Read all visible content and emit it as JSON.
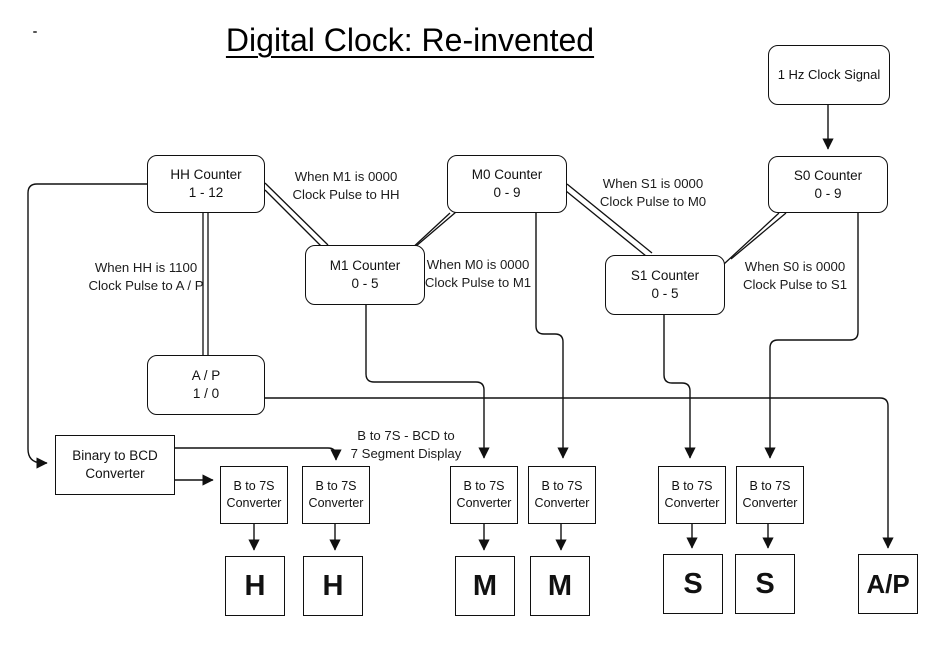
{
  "title": "Digital Clock: Re-invented",
  "nodes": {
    "hz": {
      "line1": "1 Hz Clock Signal"
    },
    "hh": {
      "line1": "HH Counter",
      "line2": "1 - 12"
    },
    "m0": {
      "line1": "M0 Counter",
      "line2": "0 - 9"
    },
    "s0": {
      "line1": "S0 Counter",
      "line2": "0 - 9"
    },
    "m1": {
      "line1": "M1 Counter",
      "line2": "0 - 5"
    },
    "s1": {
      "line1": "S1 Counter",
      "line2": "0 - 5"
    },
    "ap": {
      "line1": "A / P",
      "line2": "1 / 0"
    },
    "bcd": {
      "line1": "Binary to BCD",
      "line2": "Converter"
    },
    "b7s": {
      "line1": "B to 7S",
      "line2": "Converter"
    }
  },
  "labels": {
    "m1_to_hh": {
      "line1": "When M1 is 0000",
      "line2": "Clock Pulse to HH"
    },
    "s1_to_m0": {
      "line1": "When S1 is 0000",
      "line2": "Clock Pulse to M0"
    },
    "m0_to_m1": {
      "line1": "When M0 is 0000",
      "line2": "Clock Pulse to M1"
    },
    "s0_to_s1": {
      "line1": "When S0 is 0000",
      "line2": "Clock Pulse to S1"
    },
    "hh_to_ap": {
      "line1": "When HH is 1100",
      "line2": "Clock Pulse to A / P"
    },
    "b7s_note": {
      "line1": "B to 7S - BCD to",
      "line2": "7 Segment Display"
    }
  },
  "displays": {
    "hours_tens": "H",
    "hours_ones": "H",
    "minutes_tens": "M",
    "minutes_ones": "M",
    "seconds_tens": "S",
    "seconds_ones": "S",
    "am_pm": "A/P"
  },
  "colors": {
    "stroke": "#101010",
    "background": "#ffffff",
    "text": "#111111"
  }
}
